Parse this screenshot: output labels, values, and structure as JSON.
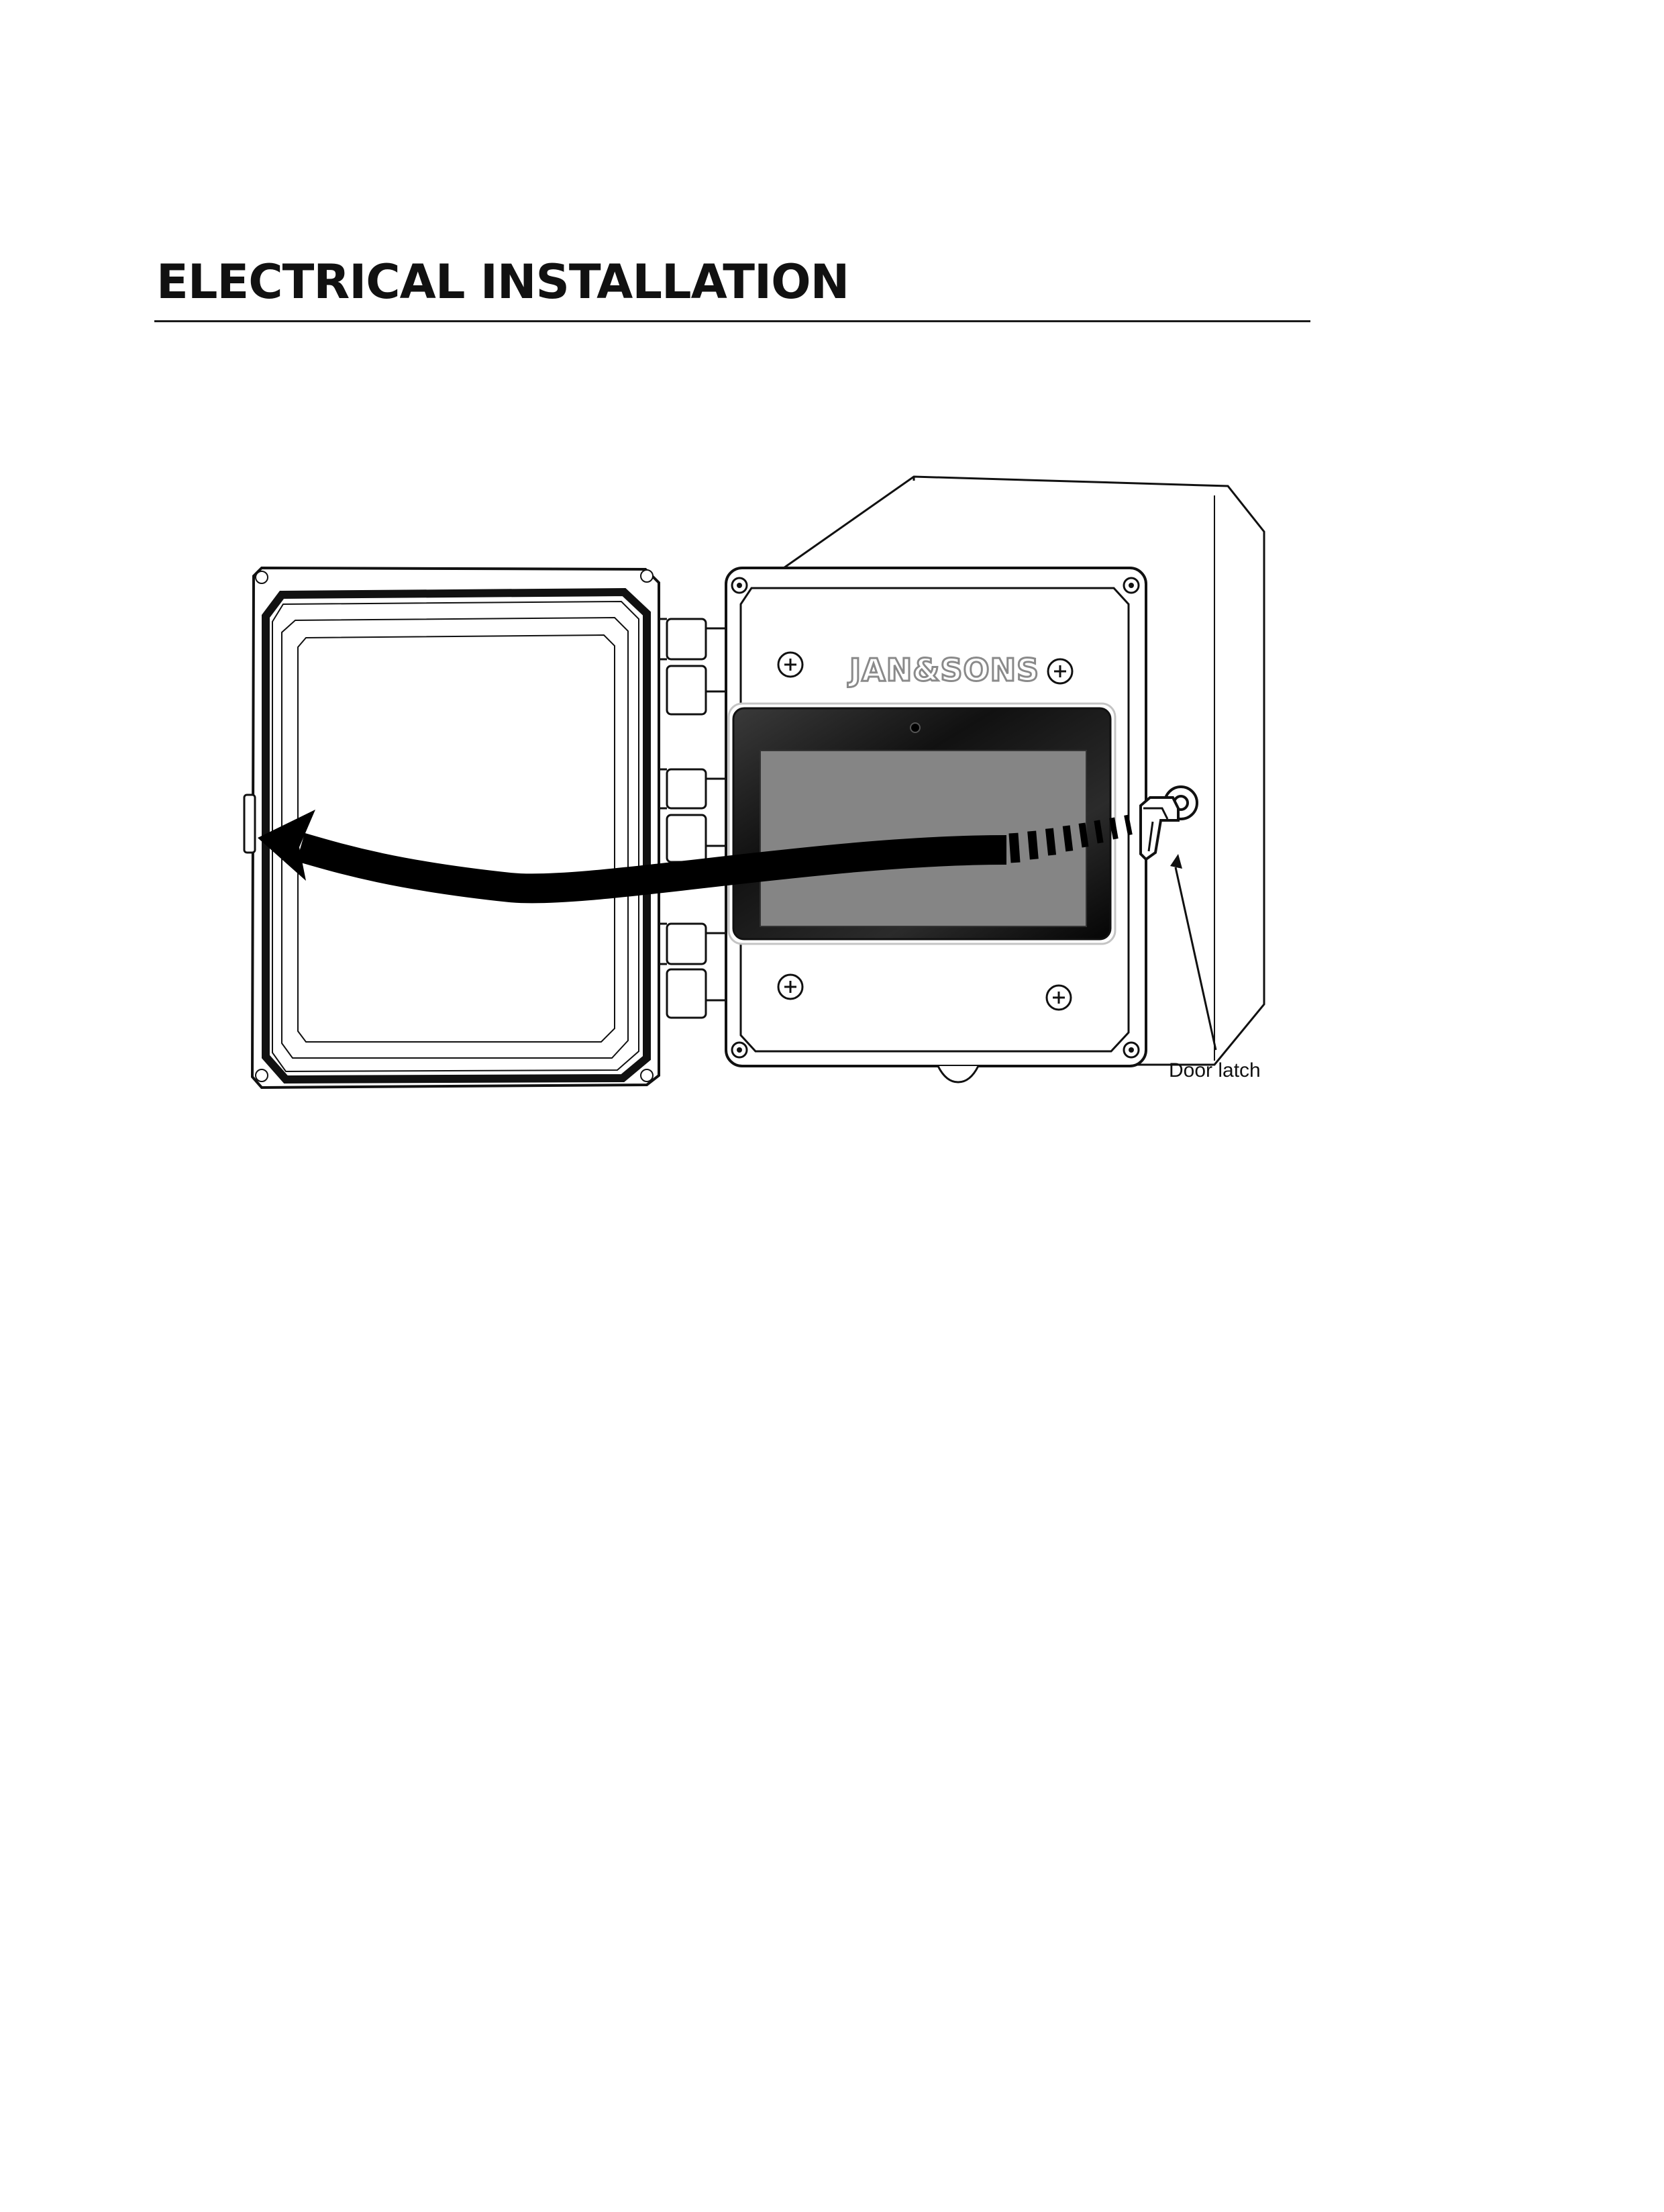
{
  "page": {
    "heading": "ELECTRICAL INSTALLATION"
  },
  "figure": {
    "brand_logo": "JAN&SONS",
    "callout_label": "Door latch",
    "arrow_direction": "door swings open to the left",
    "icons": [
      "enclosure-door-icon",
      "hinge-icon",
      "screw-icon",
      "touchscreen-icon",
      "door-latch-icon",
      "open-direction-arrow-icon"
    ]
  }
}
